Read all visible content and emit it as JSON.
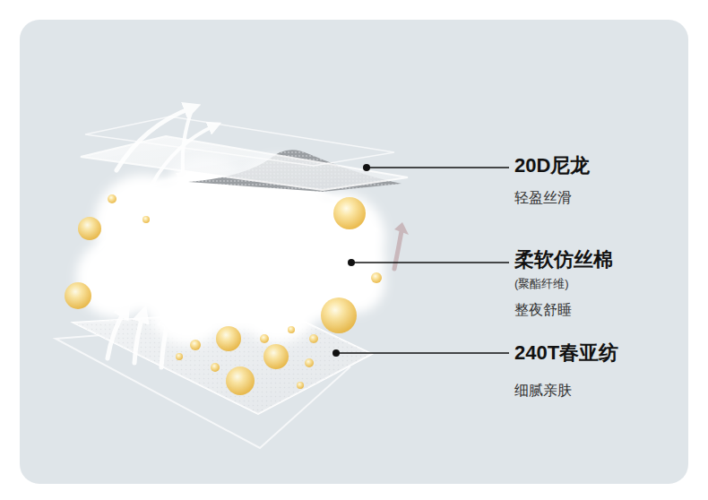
{
  "diagram": {
    "labels": [
      "20D尼龙",
      "轻盈丝滑",
      "柔软仿丝棉",
      "(聚酯纤维)",
      "整夜舒睡",
      "240T春亚纺",
      "细腻亲肤"
    ]
  }
}
